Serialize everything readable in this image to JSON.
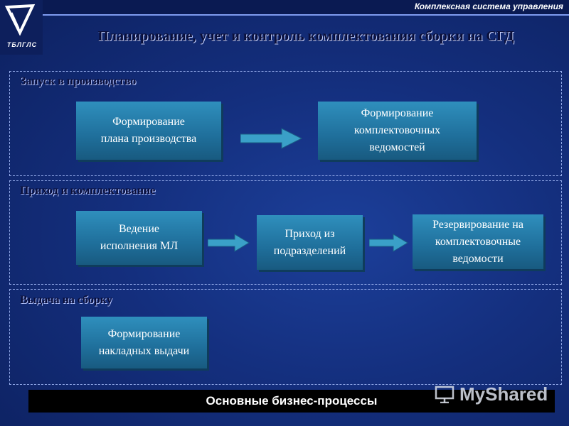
{
  "header": {
    "system_name": "Комплексная система управления",
    "title": "Планирование, учет и контроль комплектования сборки на СГД",
    "logo_text": "ТБЛГЛС"
  },
  "sections": [
    {
      "title": "Запуск в производство",
      "boxes": [
        {
          "label": "Формирование плана производства"
        },
        {
          "label": "Формирование комплектовочных ведомостей"
        }
      ]
    },
    {
      "title": "Приход и комплектование",
      "boxes": [
        {
          "label": "Ведение исполнения МЛ"
        },
        {
          "label": "Приход из подразделений"
        },
        {
          "label": "Резервирование на комплектовочные ведомости"
        }
      ]
    },
    {
      "title": "Выдача на сборку",
      "boxes": [
        {
          "label": "Формирование накладных выдачи"
        }
      ]
    }
  ],
  "footer": {
    "label": "Основные бизнес-процессы"
  },
  "watermark": {
    "text": "MyShared"
  },
  "colors": {
    "background": "#142f7e",
    "box": "#2f8fbd",
    "arrow": "#3aa0c8"
  }
}
